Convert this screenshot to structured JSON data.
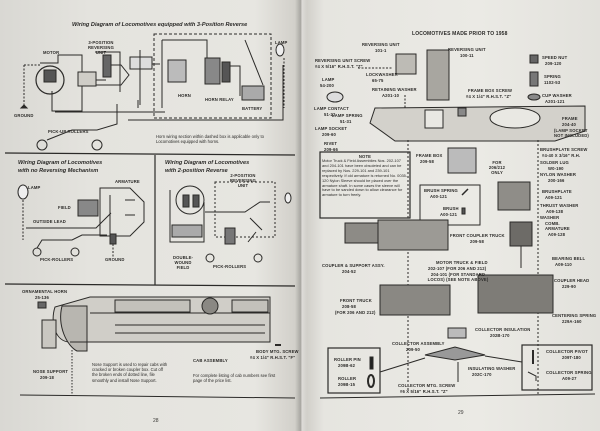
{
  "left_page": {
    "page_number": "28",
    "section_1": {
      "title": "Wiring Diagram of Locomotives equipped with 3-Position Reverse",
      "labels": {
        "motor": "MOTOR",
        "reversing_unit": "3-POSITION REVERSING UNIT",
        "horn": "HORN",
        "horn_relay": "HORN RELAY",
        "battery": "BATTERY",
        "lamp": "LAMP",
        "ground": "GROUND",
        "pickup_rollers": "PICK-UP ROLLERS"
      },
      "note": "Horn wiring section within dashed box is applicable only to Locomotives equipped with horns."
    },
    "section_2": {
      "title_line1": "Wiring Diagram of Locomotives",
      "title_line2": "with no Reversing Mechanism",
      "labels": {
        "lamp": "LAMP",
        "armature": "ARMATURE",
        "field": "FIELD",
        "outside_lead": "OUTSIDE LEAD",
        "pick_rollers": "PICK-ROLLERS",
        "ground": "GROUND"
      }
    },
    "section_3": {
      "title_line1": "Wiring Diagram of Locomotives",
      "title_line2": "with 2-position Reverse",
      "labels": {
        "reversing_unit": "2-POSITION REVERSING UNIT",
        "double_wound_field": "DOUBLE-WOUND FIELD",
        "pick_rollers": "PICK-ROLLERS"
      }
    },
    "section_4": {
      "labels": {
        "ornamental_horn": "ORNAMENTAL HORN",
        "ornamental_horn_part": "25-136",
        "nose_support": "NOSE SUPPORT",
        "nose_support_part": "209-18",
        "cab_assembly": "CAB ASSEMBLY",
        "body_screw": "BODY MTG. SCREW",
        "body_screw_spec": "#4 X 1/4\" R.H.S.T. \"F\""
      },
      "nose_note": "Nose Support is used to repair cabs with cracked or broken coupler box. Cut off the broken ends of dotted line, file smoothly and install Nose Support.",
      "listing_note": "For complete listing of cab numbers see first page of the price list."
    }
  },
  "right_page": {
    "page_number": "29",
    "title": "LOCOMOTIVES MADE PRIOR TO 1958",
    "parts": [
      {
        "name": "REVERSING UNIT",
        "number": "101-1"
      },
      {
        "name": "REVERSING UNIT",
        "number": "100-11"
      },
      {
        "name": "REVERSING UNIT SCREW",
        "number": "#4 X 5/16\" R.H.S.T. \"Z\""
      },
      {
        "name": "LOCKWASHER",
        "number": "65-75"
      },
      {
        "name": "LAMP",
        "number": "54-200"
      },
      {
        "name": "RETAINING WASHER",
        "number": "A201-10"
      },
      {
        "name": "LAMP CONTACT",
        "number": "51-22"
      },
      {
        "name": "LAMP SPRING",
        "number": "51-31"
      },
      {
        "name": "LAMP SOCKET",
        "number": "209-60"
      },
      {
        "name": "RIVET",
        "number": "209-66"
      },
      {
        "name": "FRAME BOX SCREW",
        "number": "#4 X 1/4\" R.H.S.T. \"Z\""
      },
      {
        "name": "SPEED NUT",
        "number": "209-120"
      },
      {
        "name": "SPRING",
        "number": "1102-53"
      },
      {
        "name": "CUP WASHER",
        "number": "A201-121"
      },
      {
        "name": "FRAME",
        "number": "204-40"
      },
      {
        "name": "(LAMP SOCKET NOT INCLUDED)",
        "number": ""
      },
      {
        "name": "FRAME BOX",
        "number": "209-58"
      },
      {
        "name": "BRUSHPLATE SCREW",
        "number": "#4-40 X 3/16\" R.H."
      },
      {
        "name": "SOLDER LUG",
        "number": "W0-190"
      },
      {
        "name": "NYLON WASHER",
        "number": "200-166"
      },
      {
        "name": "FOR 206/212 ONLY",
        "number": ""
      },
      {
        "name": "BRUSHPLATE",
        "number": "A09-121"
      },
      {
        "name": "BRUSH SPRING",
        "number": "A00-121"
      },
      {
        "name": "BRUSH",
        "number": "A00-121"
      },
      {
        "name": "THRUST WASHER",
        "number": "A09-138"
      },
      {
        "name": "WASHER",
        "number": ""
      },
      {
        "name": "COMB. ARMATURE",
        "number": "A09-128"
      },
      {
        "name": "FRONT COUPLER TRUCK",
        "number": "209-58"
      },
      {
        "name": "COUPLER & SUPPORT ASSY.",
        "number": "204-52"
      },
      {
        "name": "MOTOR TRUCK & FIELD",
        "number": "202-107 (FOR 206 AND 212)"
      },
      {
        "name": "",
        "number": "204-101 (FOR STANDARD LOCOS) (SEE NOTE ABOVE)"
      },
      {
        "name": "BEARING BELL",
        "number": "A09-110"
      },
      {
        "name": "COUPLER HEAD",
        "number": "229-90"
      },
      {
        "name": "FRONT TRUCK",
        "number": "208-58"
      },
      {
        "name": "",
        "number": "(FOR 206 AND 212)"
      },
      {
        "name": "CENTERING SPRING",
        "number": "229A-160"
      },
      {
        "name": "COLLECTOR INSULATION",
        "number": "202B-170"
      },
      {
        "name": "COLLECTOR ASSEMBLY",
        "number": "209-50"
      },
      {
        "name": "ROLLER PIN",
        "number": "209B-62"
      },
      {
        "name": "ROLLER",
        "number": "209B-15"
      },
      {
        "name": "INSULATING WASHER",
        "number": "202C-170"
      },
      {
        "name": "COLLECTOR MTG. SCREW",
        "number": "#6 X 5/16\" R.H.S.T. \"Z\""
      },
      {
        "name": "COLLECTOR PIVOT",
        "number": "209T-180"
      },
      {
        "name": "COLLECTOR SPRING",
        "number": "A09-27"
      }
    ],
    "note": {
      "heading": "NOTE",
      "body": "Motor Truck & Field Assemblies Nos. 202-107 and 204-101 have been obsoleted and can be replaced by Nos. 229-101 and 239-101 respectively. If old armature is returned No. 0035-120 Nylon Sleeve should be placed over the armature shaft. In some cases the sleeve will have to be sanded down to allow clearance for armature to turn freely."
    }
  }
}
